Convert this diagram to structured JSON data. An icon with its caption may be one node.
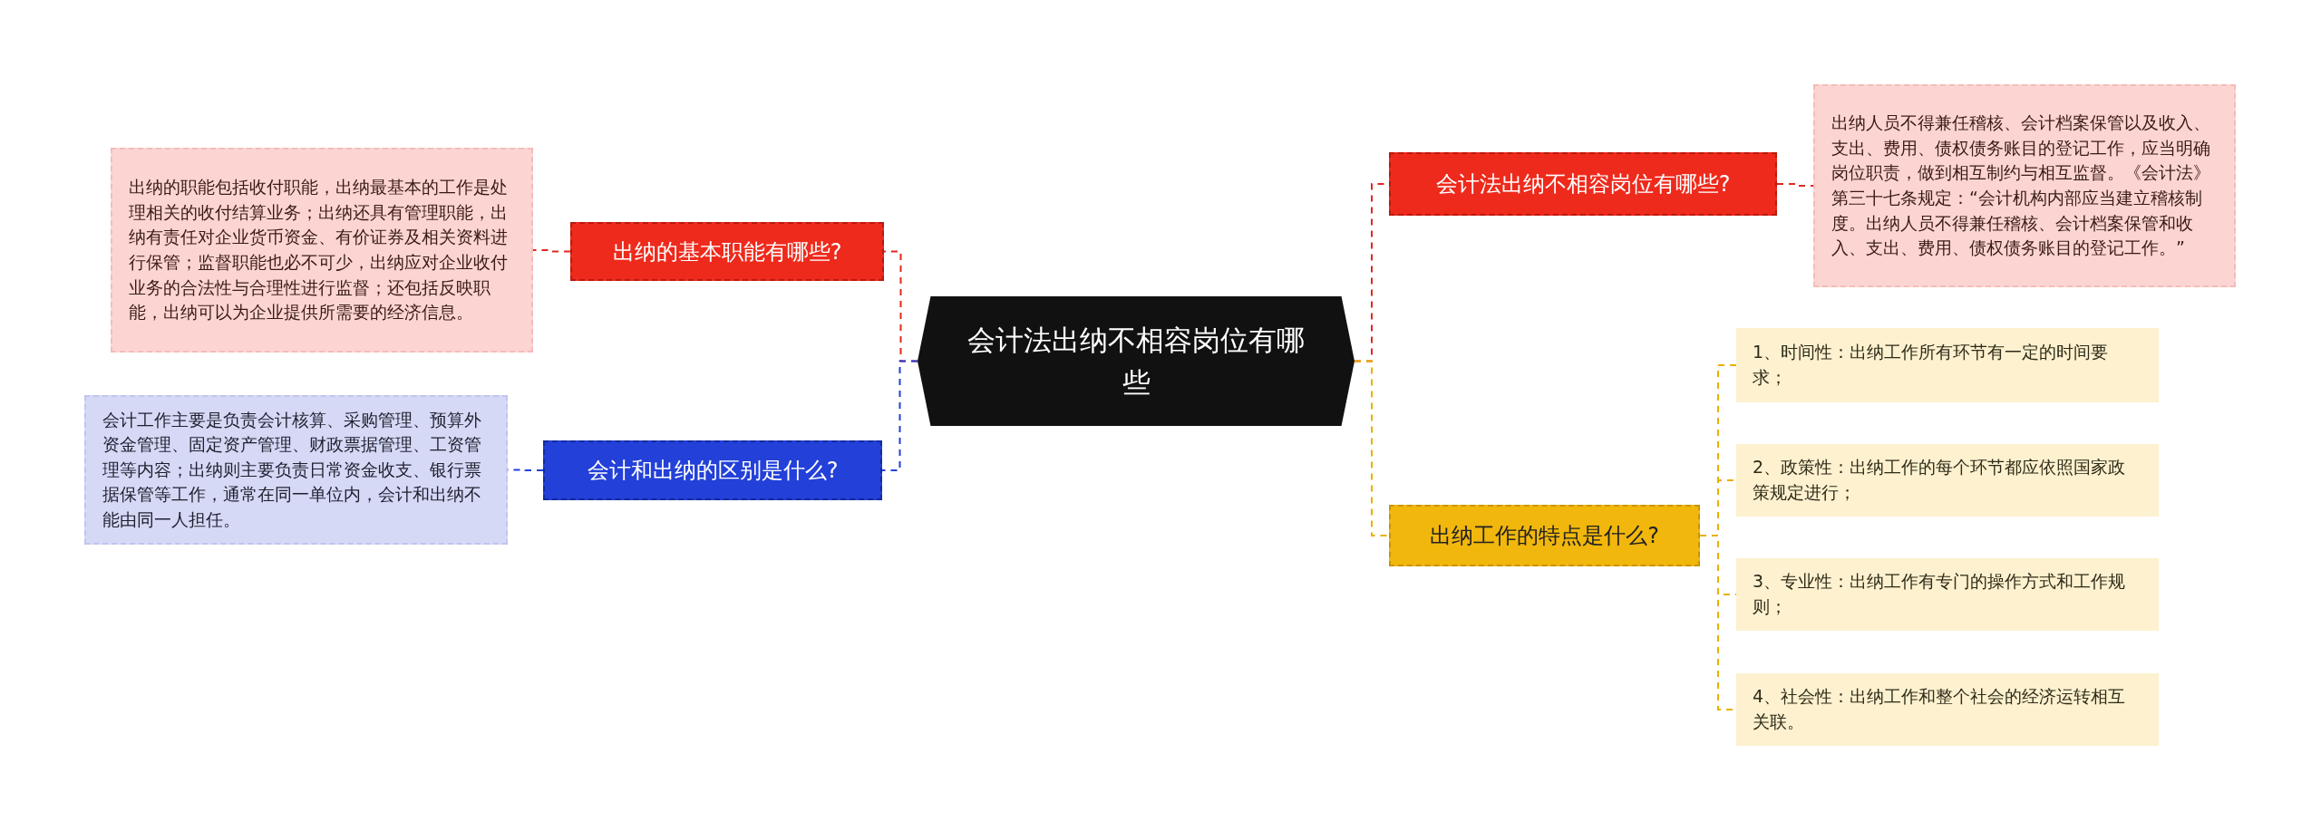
{
  "diagram": {
    "nodes": [
      {
        "text": [
          "会计法出纳不相容岗位有哪些"
        ]
      },
      {
        "text": [
          "出纳的基本职能有哪些?"
        ]
      },
      {
        "text": [
          "出纳的职能包括收付职能，出纳最基本的工作是处理相关的收付结算业务；出纳还具有管理职能，出纳有责任对企业货币资金、有价证券及相关资料进行保管；监督职能也必不可少，出纳应对企业收付业务的合法性与合理性进行监督；还包括反映职能，出纳可以为企业提供所需要的经济信息。"
        ]
      },
      {
        "text": [
          "会计和出纳的区别是什么?"
        ]
      },
      {
        "text": [
          "会计工作主要是负责会计核算、采购管理、预算外资金管理、固定资产管理、财政票据管理、工资管理等内容；出纳则主要负责日常资金收支、银行票据保管等工作，通常在同一单位内，会计和出纳不能由同一人担任。"
        ]
      },
      {
        "text": [
          "会计法出纳不相容岗位有哪些?"
        ]
      },
      {
        "text": [
          "出纳人员不得兼任稽核、会计档案保管以及收入、支出、费用、债权债务账目的登记工作，应当明确岗位职责，做到相互制约与相互监督。《会计法》第三十七条规定：“会计机构内部应当建立稽核制度。出纳人员不得兼任稽核、会计档案保管和收入、支出、费用、债权债务账目的登记工作。”"
        ]
      },
      {
        "text": [
          "出纳工作的特点是什么?"
        ]
      },
      {
        "text": [
          "1、时间性：出纳工作所有环节有一定的时间要求；"
        ]
      },
      {
        "text": [
          "2、政策性：出纳工作的每个环节都应依照国家政策规定进行；"
        ]
      },
      {
        "text": [
          "3、专业性：出纳工作有专门的操作方式和工作规则；"
        ]
      },
      {
        "text": [
          "4、社会性：出纳工作和整个社会的经济运转相互关联。"
        ]
      }
    ],
    "edges": [
      {
        "from": 0,
        "to": 1,
        "arrow": "none",
        "style": "dashed",
        "color": "#e0281e"
      },
      {
        "from": 1,
        "to": 2,
        "arrow": "none",
        "style": "dashed",
        "color": "#e0281e"
      },
      {
        "from": 0,
        "to": 3,
        "arrow": "none",
        "style": "dashed",
        "color": "#2340d8"
      },
      {
        "from": 3,
        "to": 4,
        "arrow": "none",
        "style": "dashed",
        "color": "#2340d8"
      },
      {
        "from": 0,
        "to": 5,
        "arrow": "none",
        "style": "dashed",
        "color": "#e0281e"
      },
      {
        "from": 5,
        "to": 6,
        "arrow": "none",
        "style": "dashed",
        "color": "#e0281e"
      },
      {
        "from": 0,
        "to": 7,
        "arrow": "none",
        "style": "dashed",
        "color": "#e8b000"
      },
      {
        "from": 7,
        "to": 8,
        "arrow": "none",
        "style": "dashed",
        "color": "#e8b000"
      },
      {
        "from": 7,
        "to": 9,
        "arrow": "none",
        "style": "dashed",
        "color": "#e8b000"
      },
      {
        "from": 7,
        "to": 10,
        "arrow": "none",
        "style": "dashed",
        "color": "#e8b000"
      },
      {
        "from": 7,
        "to": 11,
        "arrow": "none",
        "style": "dashed",
        "color": "#e8b000"
      }
    ]
  }
}
